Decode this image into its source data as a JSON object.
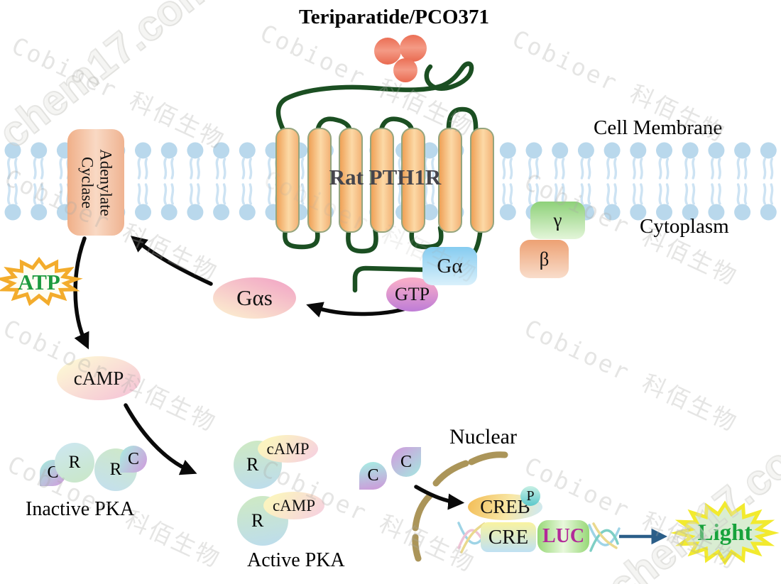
{
  "title": "Teriparatide/PCO371",
  "receptor": {
    "name": "Rat PTH1R"
  },
  "labels": {
    "cell_membrane": "Cell Membrane",
    "cytoplasm": "Cytoplasm",
    "nuclear": "Nuclear",
    "inactive_pka": "Inactive PKA",
    "active_pka": "Active PKA"
  },
  "enzyme": {
    "line1": "Adenylate",
    "line2": "Cyclase"
  },
  "molecules": {
    "atp": "ATP",
    "gas": "Gαs",
    "gtp": "GTP",
    "g_alpha": "Gα",
    "gamma": "γ",
    "beta": "β",
    "camp": "cAMP",
    "r_subunit": "R",
    "c_subunit": "C",
    "creb": "CREB",
    "phospho": "P",
    "cre": "CRE",
    "luc": "LUC",
    "light": "Light"
  },
  "watermarks": {
    "brand": "Cobioer 科佰生物",
    "site": "chem17.com"
  },
  "colors": {
    "loop_green": "#1b4f22",
    "membrane_head_blue": "#b9d8ec",
    "membrane_tail_blue": "#cde3f3",
    "arrow_black": "#0a0a0a",
    "arrow_blue": "#2b5e89",
    "atp_text_green": "#1c9a3e",
    "light_text_green": "#17a23b",
    "luc_magenta": "#b32a99",
    "star_yellow_border_atp": "#f3ac2c",
    "star_yellow_border_light": "#f2ea2e",
    "star_fill_light": "#d9edd2",
    "nuclear_envelope_tan": "#ab9559",
    "helix_orange": "#f5b36e"
  }
}
